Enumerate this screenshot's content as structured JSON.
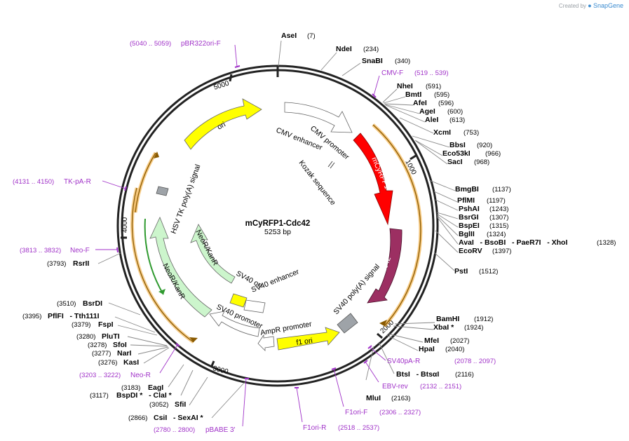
{
  "watermark": {
    "prefix": "Created by",
    "brand": "SnapGene"
  },
  "plasmid": {
    "name": "mCyRFP1-Cdc42",
    "size_label": "5253 bp",
    "length": 5253
  },
  "ticks": [
    "5000",
    "1000",
    "2000",
    "3000",
    "4000"
  ],
  "features": {
    "cmv_enhancer": "CMV enhancer",
    "cmv_promoter": "CMV promoter",
    "kozak": "Kozak sequence",
    "mcyrfp1": "mCyRFP1",
    "cdc42": "Cdc42",
    "sv40_polya": "SV40 poly(A) signal",
    "f1_ori": "f1 ori",
    "ampr_promoter": "AmpR promoter",
    "sv40_promoter": "SV40 promoter",
    "sv40_enhancer": "SV40 enhancer",
    "sv40_ori": "SV40 ori",
    "neor_inner": "NeoR/KanR",
    "neor_outer": "NeoR/KanR",
    "hsv_polya": "HSV TK poly(A) signal",
    "ori": "ori"
  },
  "sites": [
    {
      "name": "AseI",
      "pos": "(7)"
    },
    {
      "name": "NdeI",
      "pos": "(234)"
    },
    {
      "name": "SnaBI",
      "pos": "(340)"
    },
    {
      "name": "NheI",
      "pos": "(591)"
    },
    {
      "name": "BmtI",
      "pos": "(595)"
    },
    {
      "name": "AfeI",
      "pos": "(596)"
    },
    {
      "name": "AgeI",
      "pos": "(600)"
    },
    {
      "name": "AleI",
      "pos": "(613)"
    },
    {
      "name": "XcmI",
      "pos": "(753)"
    },
    {
      "name": "BbsI",
      "pos": "(920)"
    },
    {
      "name": "Eco53kI",
      "pos": "(966)"
    },
    {
      "name": "SacI",
      "pos": "(968)"
    },
    {
      "name": "BmgBI",
      "pos": "(1137)"
    },
    {
      "name": "PflMI",
      "pos": "(1197)"
    },
    {
      "name": "PshAI",
      "pos": "(1243)"
    },
    {
      "name": "BsrGI",
      "pos": "(1307)"
    },
    {
      "name": "BspEI",
      "pos": "(1315)"
    },
    {
      "name": "BglII",
      "pos": "(1324)"
    },
    {
      "name": "AvaI   - BsoBI   - PaeR7I   - XhoI",
      "pos": "(1328)"
    },
    {
      "name": "EcoRV",
      "pos": "(1397)"
    },
    {
      "name": "PstI",
      "pos": "(1512)"
    },
    {
      "name": "BamHI",
      "pos": "(1912)"
    },
    {
      "name": "XbaI *",
      "pos": "(1924)"
    },
    {
      "name": "MfeI",
      "pos": "(2027)"
    },
    {
      "name": "HpaI",
      "pos": "(2040)"
    },
    {
      "name": "BtsI   - BtsαI",
      "pos": "(2116)"
    },
    {
      "name": "MluI",
      "pos": "(2163)"
    },
    {
      "name": "CsiI   - SexAI *",
      "pos": "(2866)"
    },
    {
      "name": "SfiI",
      "pos": "(3052)"
    },
    {
      "name": "BspDI *   - ClaI *",
      "pos": "(3117)"
    },
    {
      "name": "EagI",
      "pos": "(3183)"
    },
    {
      "name": "KasI",
      "pos": "(3276)"
    },
    {
      "name": "NarI",
      "pos": "(3277)"
    },
    {
      "name": "SfoI",
      "pos": "(3278)"
    },
    {
      "name": "PluTI",
      "pos": "(3280)"
    },
    {
      "name": "FspI",
      "pos": "(3379)"
    },
    {
      "name": "PflFI   - Tth111I",
      "pos": "(3395)"
    },
    {
      "name": "BsrDI",
      "pos": "(3510)"
    },
    {
      "name": "RsrII",
      "pos": "(3793)"
    }
  ],
  "primers": [
    {
      "name": "pBR322ori-F",
      "range": "(5040 .. 5059)"
    },
    {
      "name": "CMV-F",
      "range": "(519 .. 539)"
    },
    {
      "name": "TK-pA-R",
      "range": "(4131 .. 4150)"
    },
    {
      "name": "Neo-F",
      "range": "(3813 .. 3832)"
    },
    {
      "name": "SV40pA-R",
      "range": "(2078 .. 2097)"
    },
    {
      "name": "EBV-rev",
      "range": "(2132 .. 2151)"
    },
    {
      "name": "F1ori-F",
      "range": "(2306 .. 2327)"
    },
    {
      "name": "F1ori-R",
      "range": "(2518 .. 2537)"
    },
    {
      "name": "pBABE 3'",
      "range": "(2780 .. 2800)"
    },
    {
      "name": "Neo-R",
      "range": "(3203 .. 3222)"
    }
  ],
  "colors": {
    "backbone": "#222222",
    "primer": "#a032c8",
    "mcyrfp1": "#ff0000",
    "cdc42": "#9c2f62",
    "ori": "#ffff00",
    "neor": "#ccf5cc",
    "gray_feature": "#9ea3a8",
    "orf_orange": "#f0a020"
  }
}
